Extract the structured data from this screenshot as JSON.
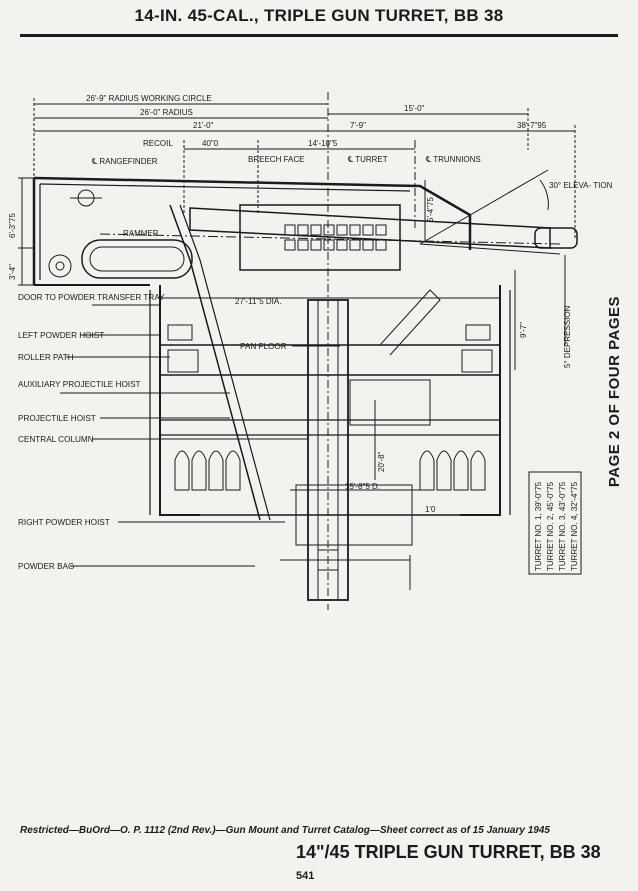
{
  "header": {
    "title": "14-IN. 45-CAL., TRIPLE GUN TURRET, BB 38"
  },
  "side_label": "PAGE 2 OF FOUR PAGES",
  "dimensions": {
    "working_circle": "26'-9\" RADIUS WORKING CIRCLE",
    "radius": "26'-0\" RADIUS",
    "fifteen": "15'-0\"",
    "twentyone": "21'-0\"",
    "seven_nine": "7'-9\"",
    "recoil": "RECOIL",
    "recoil_value": "40\"0",
    "fourteen": "14'-10\"5",
    "thirtyeight": "38'-7\"95",
    "breech_face": "BREECH FACE",
    "cl_turret": "℄ TURRET",
    "cl_trunnions": "℄ TRUNNIONS",
    "cl_rangefinder": "℄ RANGEFINDER",
    "six_three": "6'-3\"75",
    "three_four": "3'-4\"",
    "five_four": "5'-4\"75",
    "nine_seven": "9'-7\"",
    "elevation": "30° ELEVA- TION",
    "depression": "5° DEPRESSION",
    "rammer": "RAMMER",
    "dia": "27'-11\"5 DIA.",
    "twenty_eight": "20'-8\"",
    "fifteen_eight": "15'-8\"5 D.",
    "one_zero": "1'0"
  },
  "labels": {
    "door": "DOOR TO POWDER TRANSFER TRAY",
    "left_hoist": "LEFT POWDER HOIST",
    "roller_path": "ROLLER PATH",
    "aux_hoist": "AUXILIARY PROJECTILE HOIST",
    "proj_hoist": "PROJECTILE HOIST",
    "central_column": "CENTRAL COLUMN",
    "right_hoist": "RIGHT POWDER HOIST",
    "powder_bag": "POWDER BAG",
    "pan_floor": "PAN FLOOR"
  },
  "turret_table": [
    "TURRET NO. 1, 39'-0\"75",
    "TURRET NO. 2, 45'-0\"75",
    "TURRET NO. 3, 43'-0\"75",
    "TURRET NO. 4, 32'-4\"75"
  ],
  "footer": {
    "note": "Restricted—BuOrd—O. P. 1112 (2nd Rev.)—Gun Mount and Turret Catalog—Sheet correct as of 15 January 1945",
    "title": "14\"/45 TRIPLE GUN TURRET, BB 38",
    "page": "541"
  }
}
